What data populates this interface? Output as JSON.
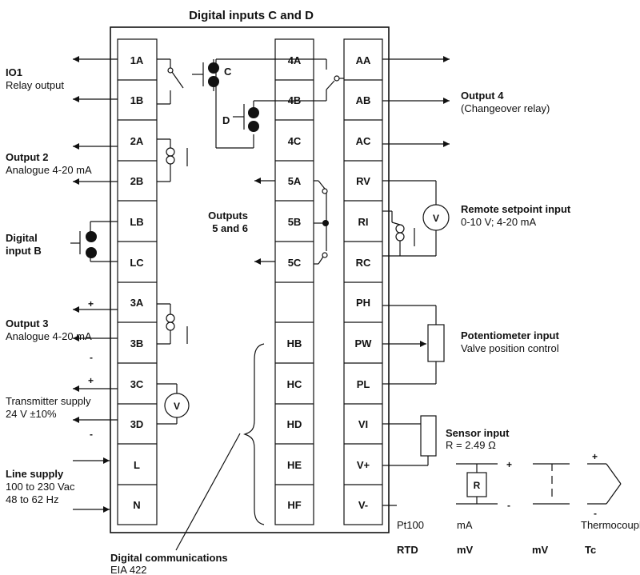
{
  "title": "Digital inputs C and D",
  "terminals": {
    "col1": [
      "1A",
      "1B",
      "2A",
      "2B",
      "LB",
      "LC",
      "3A",
      "3B",
      "3C",
      "3D",
      "L",
      "N"
    ],
    "col2": [
      "4A",
      "4B",
      "4C",
      "5A",
      "5B",
      "5C",
      "",
      "HB",
      "HC",
      "HD",
      "HE",
      "HF"
    ],
    "col3": [
      "AA",
      "AB",
      "AC",
      "RV",
      "RI",
      "RC",
      "PH",
      "PW",
      "PL",
      "VI",
      "V+",
      "V-"
    ]
  },
  "left_labels": {
    "io1_title": "IO1",
    "io1_sub": "Relay output",
    "out2_title": "Output 2",
    "out2_sub": "Analogue 4-20 mA",
    "digb_title_1": "Digital",
    "digb_title_2": "input B",
    "out3_title": "Output 3",
    "out3_sub": "Analogue 4-20 mA",
    "tx_sub_1": "Transmitter supply",
    "tx_sub_2": "24 V ±10%",
    "line_title": "Line supply",
    "line_sub_1": "100 to 230 Vac",
    "line_sub_2": "48 to 62 Hz"
  },
  "center_labels": {
    "outputs_56_1": "Outputs",
    "outputs_56_2": "5 and 6",
    "contact_c": "C",
    "contact_d": "D",
    "comms_title": "Digital communications",
    "comms_sub": "EIA 422"
  },
  "right_labels": {
    "out4_title": "Output 4",
    "out4_sub": "(Changeover relay)",
    "rsp_title": "Remote setpoint input",
    "rsp_sub": "0-10 V; 4-20 mA",
    "pot_title": "Potentiometer input",
    "pot_sub": "Valve position control",
    "sensor_title": "Sensor input",
    "sensor_sub": "R = 2.49 Ω"
  },
  "sensor_types": {
    "top": [
      "Pt100",
      "mA",
      "",
      "Thermocouple"
    ],
    "bottom": [
      "RTD",
      "mV",
      "mV",
      "Tc"
    ]
  },
  "symbols": {
    "v": "V",
    "r": "R",
    "plus": "+",
    "minus": "-"
  }
}
